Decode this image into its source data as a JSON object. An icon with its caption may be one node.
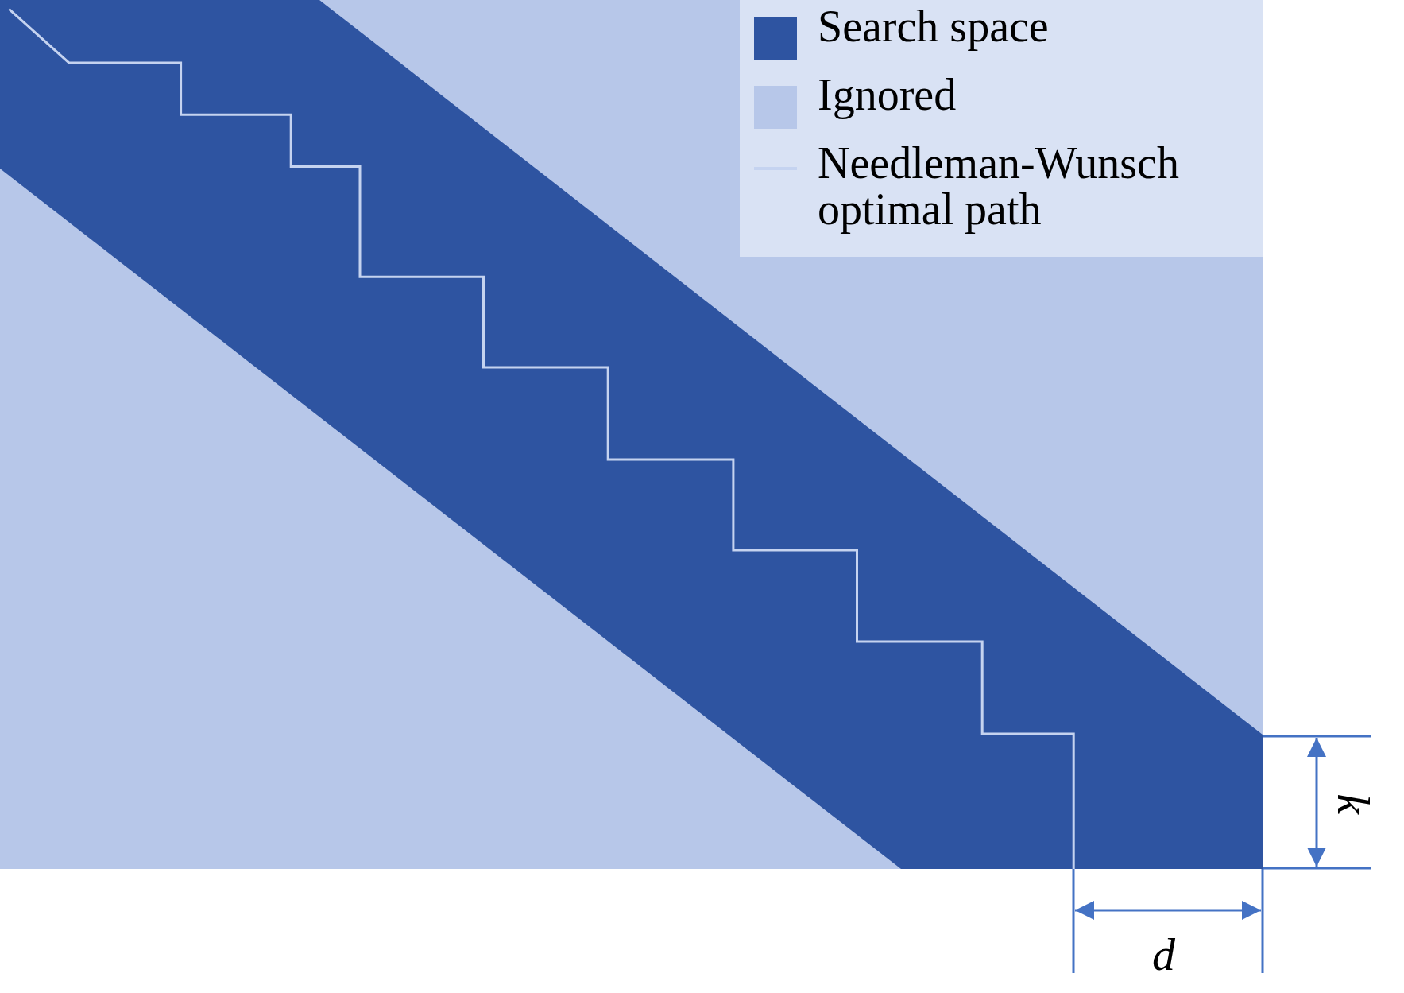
{
  "diagram": {
    "labels": [
      "k",
      "d"
    ],
    "legend": [
      {
        "text": "Search space",
        "color": "#2e54a1"
      },
      {
        "text": "Ignored",
        "color": "#b7c7e9"
      },
      {
        "text": "Needleman-Wunsch optimal path"
      }
    ]
  }
}
